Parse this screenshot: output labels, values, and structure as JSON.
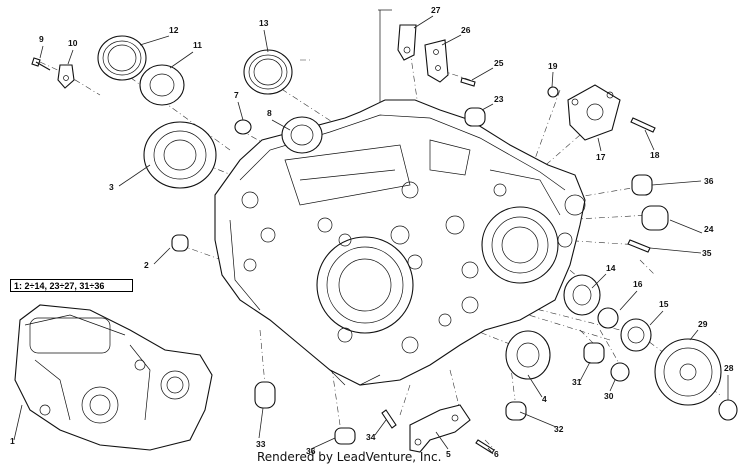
{
  "note": "1: 2÷14, 23÷27, 31÷36",
  "credit": "Rendered by LeadVenture, Inc.",
  "callouts": [
    "1",
    "2",
    "3",
    "4",
    "5",
    "6",
    "7",
    "8",
    "9",
    "10",
    "11",
    "12",
    "13",
    "14",
    "15",
    "16",
    "17",
    "18",
    "19",
    "23",
    "24",
    "25",
    "26",
    "27",
    "28",
    "29",
    "30",
    "31",
    "32",
    "33",
    "34",
    "35",
    "36",
    "36"
  ]
}
